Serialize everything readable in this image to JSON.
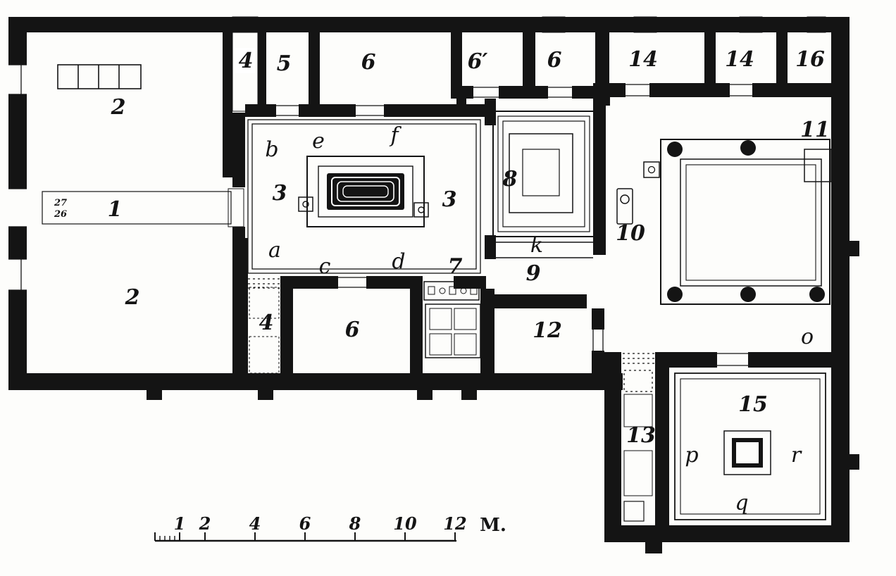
{
  "palette": {
    "ink": "#141414",
    "paper": "#fdfdfb"
  },
  "labels": {
    "room_2_upper": "2",
    "room_1": "1",
    "door_27": "27",
    "door_26": "26",
    "room_2_lower": "2",
    "stair_4_upper": "4",
    "room_5": "5",
    "room_6_upper": "6",
    "room_6_prime": "6′",
    "room_6_upper2": "6",
    "room_14_a": "14",
    "room_14_b": "14",
    "room_16": "16",
    "letter_b": "b",
    "letter_e": "e",
    "letter_f": "f",
    "atrium_3_left": "3",
    "atrium_3_right": "3",
    "letter_a": "a",
    "letter_c": "c",
    "letter_d": "d",
    "room_7": "7",
    "room_8": "8",
    "letter_k": "k",
    "room_9": "9",
    "room_10": "10",
    "room_11": "11",
    "letter_o": "o",
    "room_12": "12",
    "stair_4_lower": "4",
    "room_6_lower": "6",
    "room_13": "13",
    "room_15": "15",
    "letter_p": "p",
    "letter_q": "q",
    "letter_r": "r"
  },
  "scale_bar": {
    "ticks": [
      "1",
      "2",
      "4",
      "6",
      "8",
      "10",
      "12"
    ],
    "unit_label": "M."
  }
}
